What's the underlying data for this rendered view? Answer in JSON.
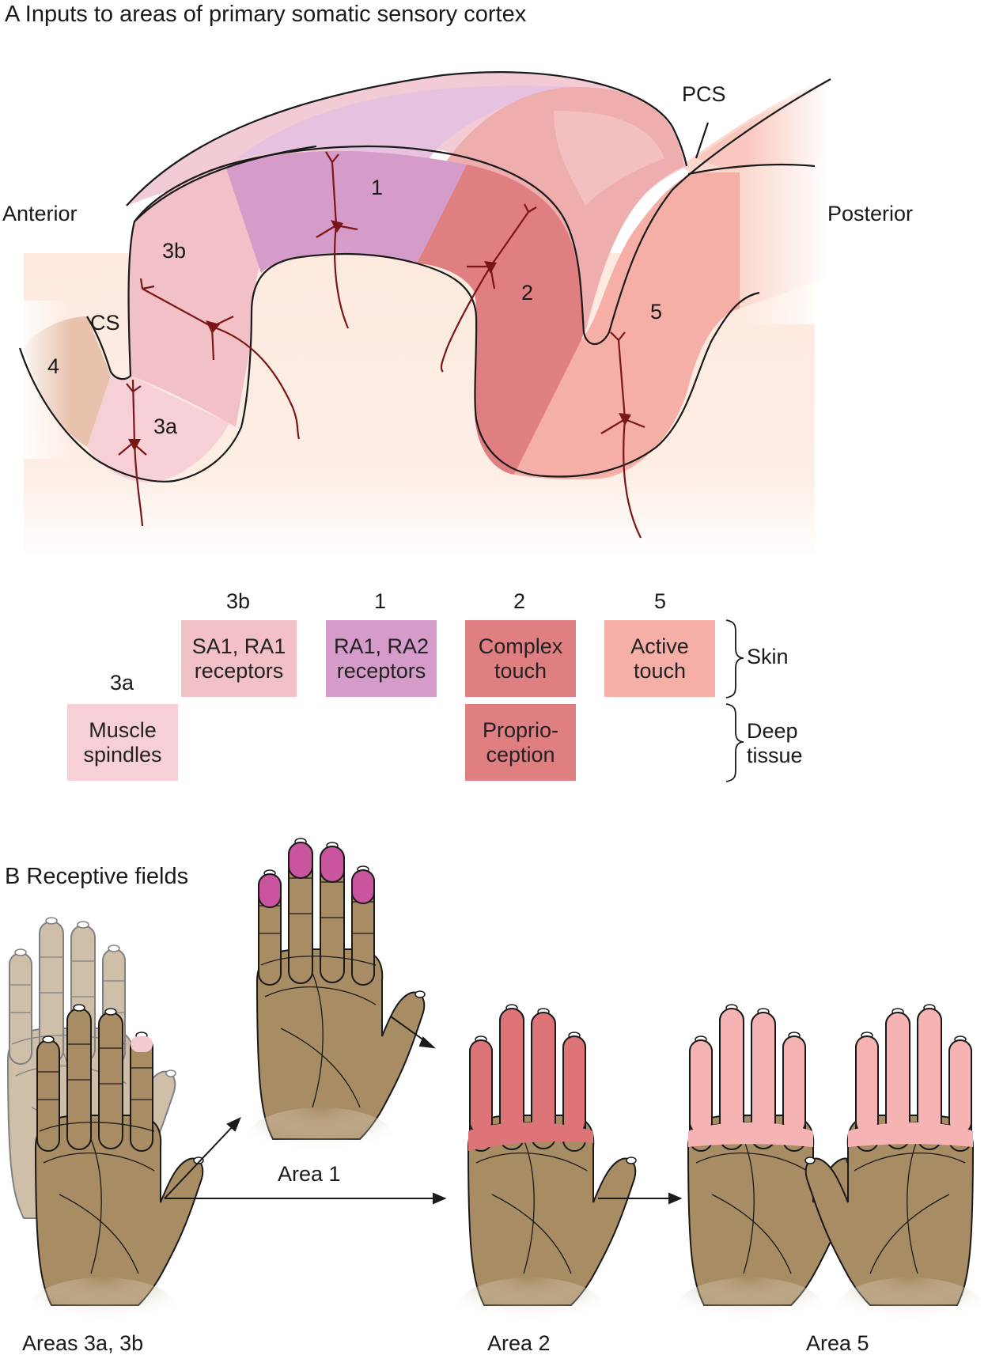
{
  "panel_a": {
    "title": "A  Inputs to areas of primary somatic sensory cortex",
    "anterior": "Anterior",
    "posterior": "Posterior",
    "cs": "CS",
    "pcs": "PCS",
    "area_labels": {
      "a4": "4",
      "a3a": "3a",
      "a3b": "3b",
      "a1": "1",
      "a2": "2",
      "a5": "5"
    },
    "columns": {
      "c3a": "3a",
      "c3b": "3b",
      "c1": "1",
      "c2": "2",
      "c5": "5"
    },
    "boxes": {
      "b3b_l1": "SA1, RA1",
      "b3b_l2": "receptors",
      "b1_l1": "RA1, RA2",
      "b1_l2": "receptors",
      "b2_l1": "Complex",
      "b2_l2": "touch",
      "b5_l1": "Active",
      "b5_l2": "touch",
      "b3a_l1": "Muscle",
      "b3a_l2": "spindles",
      "b2d_l1": "Proprio-",
      "b2d_l2": "ception"
    },
    "skin": "Skin",
    "deep_l1": "Deep",
    "deep_l2": "tissue",
    "colors": {
      "area4": "#e8c2ac",
      "area3a": "#f6d0d6",
      "area3b": "#f2c1c8",
      "area1": "#d59cc9",
      "area2": "#e07f81",
      "area5": "#f5afa7",
      "neuron": "#7a1616"
    }
  },
  "panel_b": {
    "title": "B  Receptive fields",
    "captions": {
      "areas3a3b": "Areas 3a, 3b",
      "area1": "Area 1",
      "area2": "Area 2",
      "area5": "Area 5"
    },
    "colors": {
      "skin": "#a88c63",
      "area1_tips": "#c9559f",
      "area2_fingers": "#dc7478",
      "area5_fingers": "#f6b3b3",
      "area3_tip": "#f4c9cf"
    }
  }
}
